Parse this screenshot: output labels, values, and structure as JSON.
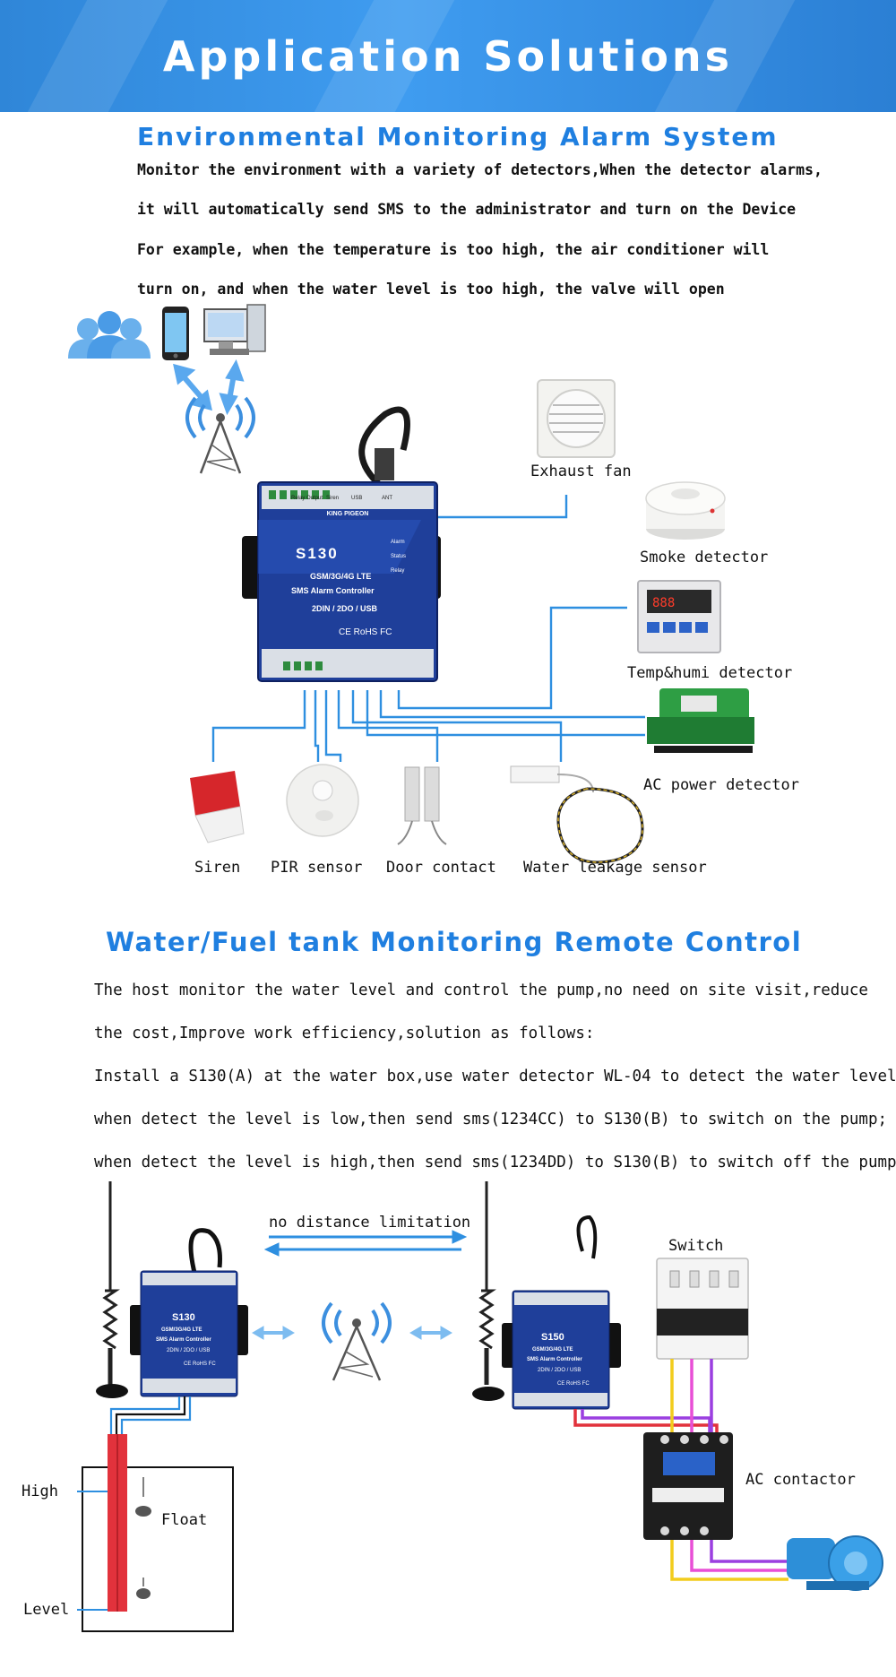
{
  "banner": {
    "title": "Application Solutions"
  },
  "section1": {
    "title": "Environmental Monitoring Alarm System",
    "lines": [
      "Monitor the environment with a variety of detectors,When the detector alarms,",
      "it will automatically send SMS to the administrator and turn on the Device",
      "For example, when the temperature is too high, the air conditioner will",
      "turn on, and when the water level is too high, the valve will open"
    ],
    "device": {
      "model": "S130",
      "network": "GSM/3G/4G LTE",
      "name": "SMS Alarm Controller",
      "spec": "2DIN / 2DO / USB",
      "cert": "CE RoHS FC",
      "brand": "KING PIGEON",
      "port_labels": [
        "USB",
        "ANT"
      ],
      "terminal_labels": [
        "Relay Output",
        "Siren"
      ],
      "leds": [
        "Alarm",
        "Status",
        "Relay"
      ]
    },
    "peripherals": {
      "exhaust_fan": "Exhaust fan",
      "smoke": "Smoke detector",
      "temp": "Temp&humi detector",
      "ac_power": "AC power detector",
      "siren": "Siren",
      "pir": "PIR sensor",
      "door": "Door contact",
      "water_leak": "Water leakage sensor"
    }
  },
  "section2": {
    "title": "Water/Fuel tank Monitoring Remote Control",
    "lines": [
      "The host monitor the water level and control the pump,no need on site visit,reduce",
      "the cost,Improve work efficiency,solution as follows:",
      "Install a S130(A) at the water box,use water detector WL-04 to detect the water level,",
      "when detect the level is low,then send sms(1234CC) to S130(B) to switch on the pump;",
      "when detect the level is high,then send sms(1234DD) to S130(B) to switch off the pump."
    ],
    "labels": {
      "distance": "no distance limitation",
      "switch": "Switch",
      "contactor": "AC contactor",
      "high": "High",
      "float": "Float",
      "level": "Level"
    },
    "device_a": {
      "model": "S130",
      "network": "GSM/3G/4G LTE",
      "name": "SMS Alarm Controller",
      "spec": "2DIN / 2DO / USB",
      "cert": "CE RoHS FC"
    },
    "device_b": {
      "model": "S150",
      "network": "GSM/3G/4G LTE",
      "name": "SMS Alarm Controller",
      "spec": "2DIN / 2DO / USB",
      "cert": "CE RoHS FC"
    }
  },
  "colors": {
    "banner": "#3f9cf0",
    "heading": "#1f7fe0",
    "wire": "#2e8fe0",
    "device_body": "#1f3f9a",
    "wire_red": "#e2323c",
    "wire_purple": "#9b3fe0",
    "wire_yellow": "#f2cc1c",
    "wire_pink": "#e84fd6"
  },
  "icons": [
    "users-icon",
    "smartphone-icon",
    "computer-icon",
    "signal-tower-icon",
    "exhaust-fan-icon",
    "smoke-detector-icon",
    "temp-humi-detector-icon",
    "ac-power-detector-icon",
    "siren-icon",
    "pir-sensor-icon",
    "door-contact-icon",
    "water-leakage-sensor-icon",
    "antenna-icon",
    "circuit-breaker-icon",
    "ac-contactor-icon",
    "water-pump-icon",
    "float-switch-icon"
  ]
}
